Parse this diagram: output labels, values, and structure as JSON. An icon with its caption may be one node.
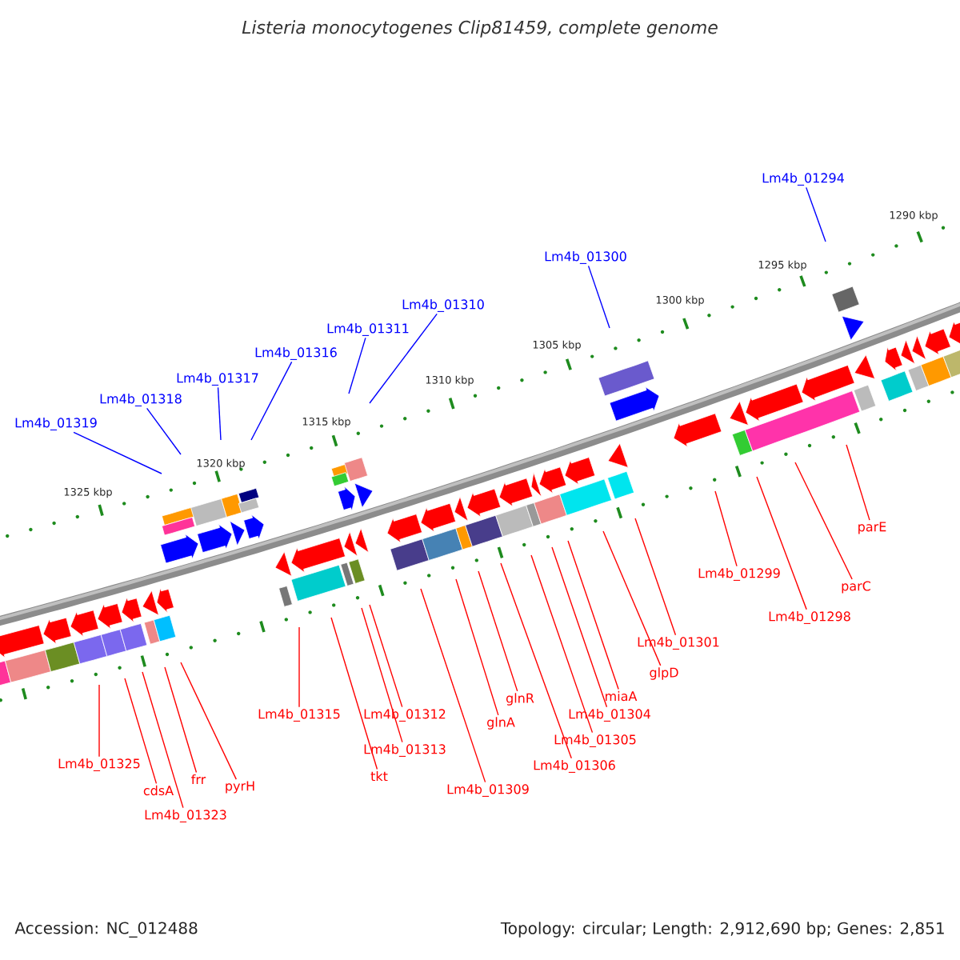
{
  "diagram": {
    "title": "Listeria monocytogenes Clip81459, complete genome",
    "nodes": [
      {
        "text": [
          "Lm4b_01319"
        ]
      },
      {
        "text": [
          "Lm4b_01318"
        ]
      },
      {
        "text": [
          "Lm4b_01317"
        ]
      },
      {
        "text": [
          "Lm4b_01316"
        ]
      },
      {
        "text": [
          "Lm4b_01311"
        ]
      },
      {
        "text": [
          "Lm4b_01310"
        ]
      },
      {
        "text": [
          "Lm4b_01300"
        ]
      },
      {
        "text": [
          "Lm4b_01294"
        ]
      },
      {
        "text": [
          "Lm4b_01325"
        ]
      },
      {
        "text": [
          "cdsA"
        ]
      },
      {
        "text": [
          "Lm4b_01323"
        ]
      },
      {
        "text": [
          "frr"
        ]
      },
      {
        "text": [
          "pyrH"
        ]
      },
      {
        "text": [
          "Lm4b_01315"
        ]
      },
      {
        "text": [
          "Lm4b_01312"
        ]
      },
      {
        "text": [
          "Lm4b_01313"
        ]
      },
      {
        "text": [
          "tkt"
        ]
      },
      {
        "text": [
          "Lm4b_01309"
        ]
      },
      {
        "text": [
          "glnA"
        ]
      },
      {
        "text": [
          "glnR"
        ]
      },
      {
        "text": [
          "Lm4b_01306"
        ]
      },
      {
        "text": [
          "Lm4b_01305"
        ]
      },
      {
        "text": [
          "Lm4b_01304"
        ]
      },
      {
        "text": [
          "miaA"
        ]
      },
      {
        "text": [
          "glpD"
        ]
      },
      {
        "text": [
          "Lm4b_01301"
        ]
      },
      {
        "text": [
          "Lm4b_01299"
        ]
      },
      {
        "text": [
          "Lm4b_01298"
        ]
      },
      {
        "text": [
          "parC"
        ]
      },
      {
        "text": [
          "parE"
        ]
      }
    ],
    "edges": [
      {
        "from": 0,
        "to": null,
        "arrow": "none",
        "color": "#0000ff"
      },
      {
        "from": 1,
        "to": null,
        "arrow": "none",
        "color": "#0000ff"
      },
      {
        "from": 2,
        "to": null,
        "arrow": "none",
        "color": "#0000ff"
      },
      {
        "from": 3,
        "to": null,
        "arrow": "none",
        "color": "#0000ff"
      },
      {
        "from": 4,
        "to": null,
        "arrow": "none",
        "color": "#0000ff"
      },
      {
        "from": 5,
        "to": null,
        "arrow": "none",
        "color": "#0000ff"
      },
      {
        "from": 6,
        "to": null,
        "arrow": "none",
        "color": "#0000ff"
      },
      {
        "from": 7,
        "to": null,
        "arrow": "none",
        "color": "#0000ff"
      },
      {
        "from": 8,
        "to": null,
        "arrow": "none"
      },
      {
        "from": 9,
        "to": null,
        "arrow": "none"
      },
      {
        "from": 10,
        "to": null,
        "arrow": "none"
      },
      {
        "from": 11,
        "to": null,
        "arrow": "none"
      },
      {
        "from": 12,
        "to": null,
        "arrow": "none"
      },
      {
        "from": 13,
        "to": null,
        "arrow": "none"
      },
      {
        "from": 14,
        "to": null,
        "arrow": "none"
      },
      {
        "from": 15,
        "to": null,
        "arrow": "none"
      },
      {
        "from": 16,
        "to": null,
        "arrow": "none"
      },
      {
        "from": 17,
        "to": null,
        "arrow": "none"
      },
      {
        "from": 18,
        "to": null,
        "arrow": "none"
      },
      {
        "from": 19,
        "to": null,
        "arrow": "none"
      },
      {
        "from": 20,
        "to": null,
        "arrow": "none"
      },
      {
        "from": 21,
        "to": null,
        "arrow": "none"
      },
      {
        "from": 22,
        "to": null,
        "arrow": "none"
      },
      {
        "from": 23,
        "to": null,
        "arrow": "none"
      },
      {
        "from": 24,
        "to": null,
        "arrow": "none"
      },
      {
        "from": 25,
        "to": null,
        "arrow": "none"
      },
      {
        "from": 26,
        "to": null,
        "arrow": "none"
      },
      {
        "from": 27,
        "to": null,
        "arrow": "none"
      },
      {
        "from": 28,
        "to": null,
        "arrow": "none"
      },
      {
        "from": 29,
        "to": null,
        "arrow": "none"
      }
    ],
    "labels": [
      "1325 kbp",
      "1320 kbp",
      "1315 kbp",
      "1310 kbp",
      "1305 kbp",
      "1300 kbp",
      "1295 kbp",
      "1290 kbp",
      "Accession: NC_012488",
      "Topology: circular; Length: 2,912,690 bp; Genes: 2,851"
    ]
  }
}
